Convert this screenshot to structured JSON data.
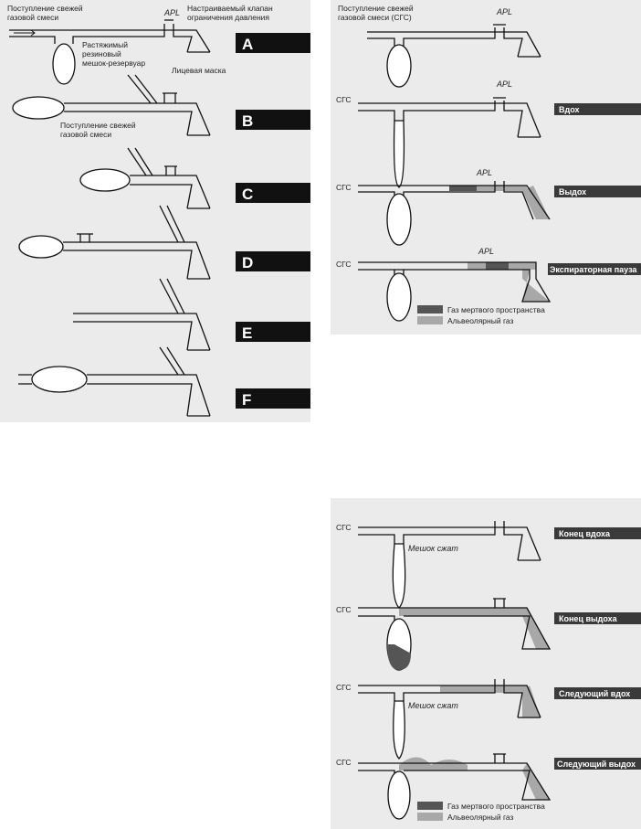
{
  "colors": {
    "dead_space": "#555555",
    "alveolar": "#a8a8a8",
    "phase_box": "#3a3a3a",
    "panel_bg": "#ebebeb"
  },
  "left": {
    "label_fresh_gas_1": "Поступление свежей",
    "label_fresh_gas_2": "газовой смеси",
    "label_apl": "APL",
    "label_valve_1": "Настраиваемый клапан",
    "label_valve_2": "ограничения давления",
    "label_bag_1": "Растяжимый",
    "label_bag_2": "резиновый",
    "label_bag_3": "мешок-резервуар",
    "label_mask": "Лицевая маска",
    "label_fresh_gas_b1": "Поступление свежей",
    "label_fresh_gas_b2": "газовой смеси",
    "letters": [
      "A",
      "B",
      "C",
      "D",
      "E",
      "F"
    ]
  },
  "right": {
    "label_fresh_gas_1": "Поступление свежей",
    "label_fresh_gas_2": "газовой смеси (СГС)",
    "label_apl": "APL",
    "label_sgs": "СГС",
    "phases": [
      "Вдох",
      "Выдох",
      "Экспираторная пауза"
    ],
    "legend_dead": "Газ мертвого пространства",
    "legend_alv": "Альвеолярный газ"
  },
  "bottom": {
    "label_sgs": "СГС",
    "phases": [
      "Конец вдоха",
      "Конец выдоха",
      "Следующий вдох",
      "Следующий выдох"
    ],
    "bag_collapsed": "Мешок сжат",
    "legend_dead": "Газ мертвого пространства",
    "legend_alv": "Альвеолярный газ"
  }
}
